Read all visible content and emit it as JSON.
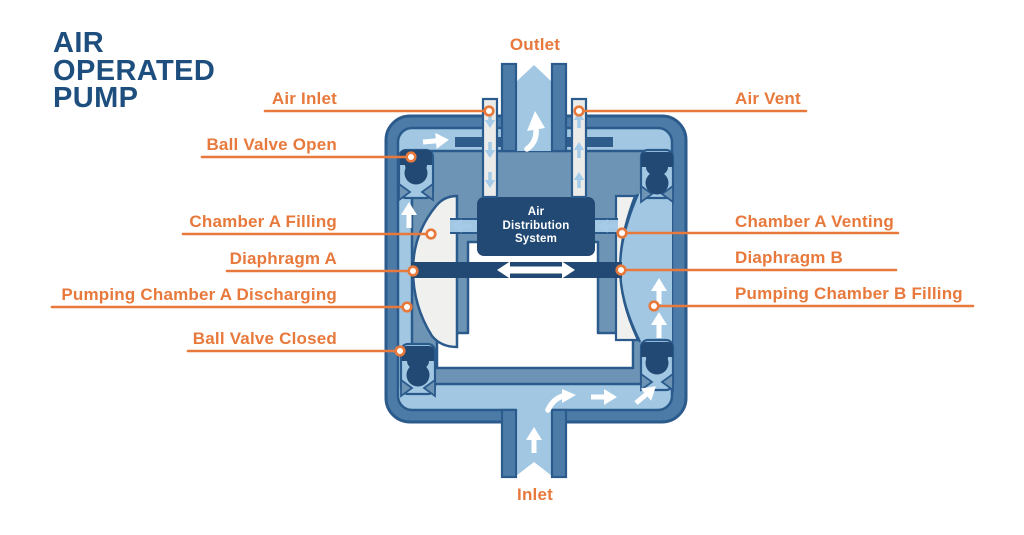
{
  "title": {
    "lines": [
      "AIR",
      "OPERATED",
      "PUMP"
    ]
  },
  "pump": {
    "ads": {
      "lines": [
        "Air",
        "Distribution",
        "System"
      ]
    },
    "labels": {
      "outlet": "Outlet",
      "inlet": "Inlet",
      "air_inlet": "Air Inlet",
      "air_vent": "Air Vent",
      "ball_valve_open": "Ball Valve Open",
      "chamber_a_filling": "Chamber A Filling",
      "diaphragm_a": "Diaphragm A",
      "pumping_chamber_a_discharging": "Pumping Chamber A Discharging",
      "ball_valve_closed": "Ball Valve Closed",
      "chamber_a_venting": "Chamber A Venting",
      "diaphragm_b": "Diaphragm B",
      "pumping_chamber_b_filling": "Pumping Chamber B Filling"
    },
    "colors": {
      "label_orange": "#E8793C",
      "title_navy": "#1D4E7E",
      "outline_blue": "#2B5A8C",
      "wall_steel_blue": "#4D7BA7",
      "liquid_light_blue": "#A2C7E3",
      "air_slate_blue": "#6D94B4",
      "component_navy": "#214973",
      "pipe_gray": "#EBEBE9",
      "air_arrow_blue": "#A6CBE8",
      "diaphragm_white": "#F0F0EE"
    }
  }
}
